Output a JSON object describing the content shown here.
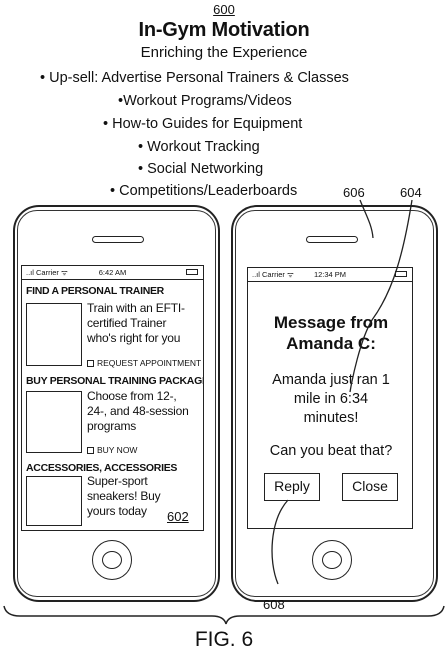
{
  "figure": {
    "ref_main": "600",
    "title": "In-Gym Motivation",
    "subtitle": "Enriching the Experience",
    "bullets": [
      "• Up-sell: Advertise Personal Trainers & Classes",
      "•Workout Programs/Videos",
      "• How-to Guides for Equipment",
      "• Workout Tracking",
      "• Social Networking",
      "• Competitions/Leaderboards"
    ],
    "ref_606": "606",
    "ref_604": "604",
    "ref_602": "602",
    "ref_608": "608",
    "caption": "FIG. 6"
  },
  "left_phone": {
    "status": {
      "carrier": "..ıl Carrier  ᯤ",
      "time": "6:42 AM"
    },
    "sections": [
      {
        "heading": "FIND A PERSONAL TRAINER",
        "lines": [
          "Train with an EFTI-",
          "certified Trainer",
          "who's right for you"
        ],
        "cta": "REQUEST APPOINTMENT"
      },
      {
        "heading": "BUY PERSONAL TRAINING PACKAGES",
        "lines": [
          "Choose from 12-,",
          "24-, and 48-session",
          "programs"
        ],
        "cta": "BUY NOW"
      },
      {
        "heading": "ACCESSORIES, ACCESSORIES",
        "lines": [
          "Super-sport",
          "sneakers! Buy",
          "yours today"
        ]
      }
    ]
  },
  "right_phone": {
    "status": {
      "carrier": "..ıl Carrier  ᯤ",
      "time": "12:34 PM"
    },
    "message_title": [
      "Message from",
      "Amanda C:"
    ],
    "message_body": [
      "Amanda just ran 1",
      "mile in 6:34",
      "minutes!"
    ],
    "challenge": "Can you beat that?",
    "reply_label": "Reply",
    "close_label": "Close"
  }
}
